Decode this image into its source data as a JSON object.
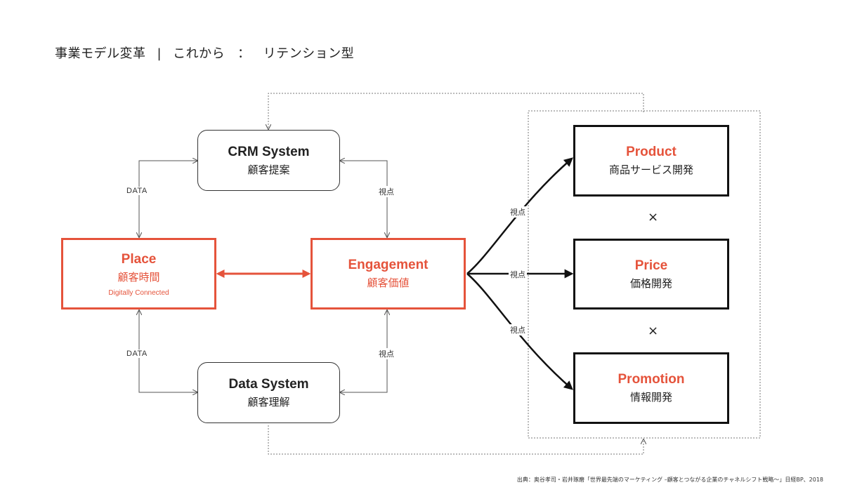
{
  "header": {
    "title_main": "事業モデル変革",
    "separator": "|",
    "title_sub": "これから",
    "colon": "：",
    "title_type": "リテンション型"
  },
  "nodes": {
    "crm": {
      "title": "CRM System",
      "subtitle": "顧客提案"
    },
    "place": {
      "title": "Place",
      "subtitle": "顧客時間",
      "note": "Digitally Connected"
    },
    "engagement": {
      "title": "Engagement",
      "subtitle": "顧客価値"
    },
    "data_system": {
      "title": "Data System",
      "subtitle": "顧客理解"
    },
    "product": {
      "title": "Product",
      "subtitle": "商品サービス開発"
    },
    "price": {
      "title": "Price",
      "subtitle": "価格開発"
    },
    "promotion": {
      "title": "Promotion",
      "subtitle": "情報開発"
    }
  },
  "edge_labels": {
    "data_top": "DATA",
    "data_bottom": "DATA",
    "viewpoint_top": "視点",
    "viewpoint_bottom": "視点",
    "viewpoint_product": "視点",
    "viewpoint_price": "視点",
    "viewpoint_promotion": "視点"
  },
  "multiplier_1": "×",
  "multiplier_2": "×",
  "source": "出典：奥谷孝司・岩井琢磨「世界最先端のマーケティング –顧客とつながる企業のチャネルシフト戦略〜」日経BP、2018",
  "colors": {
    "accent": "#e5533b",
    "line": "#555555",
    "dark": "#111111"
  }
}
